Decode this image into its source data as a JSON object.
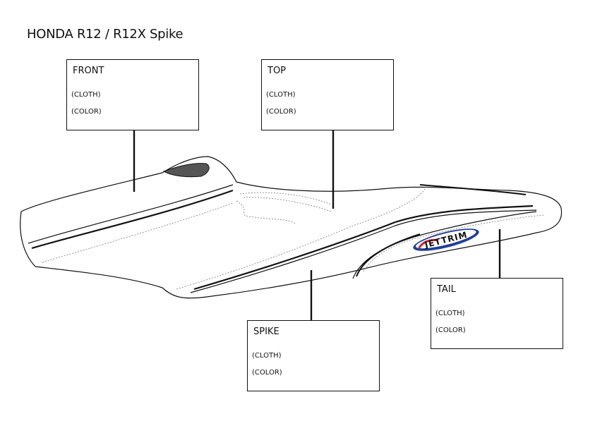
{
  "title": "HONDA  R12 / R12X  Spike",
  "logo_text": "JETTRIM",
  "colors": {
    "line": "#111111",
    "grip_pad": "#555555",
    "logo_blue": "#1f3f9a",
    "logo_red": "#d0232a"
  },
  "boxes": {
    "front": {
      "label": "FRONT",
      "cloth": "(CLOTH)",
      "color": "(COLOR)"
    },
    "top": {
      "label": "TOP",
      "cloth": "(CLOTH)",
      "color": "(COLOR)"
    },
    "spike": {
      "label": "SPIKE",
      "cloth": "(CLOTH)",
      "color": "(COLOR)"
    },
    "tail": {
      "label": "TAIL",
      "cloth": "(CLOTH)",
      "color": "(COLOR)"
    }
  }
}
